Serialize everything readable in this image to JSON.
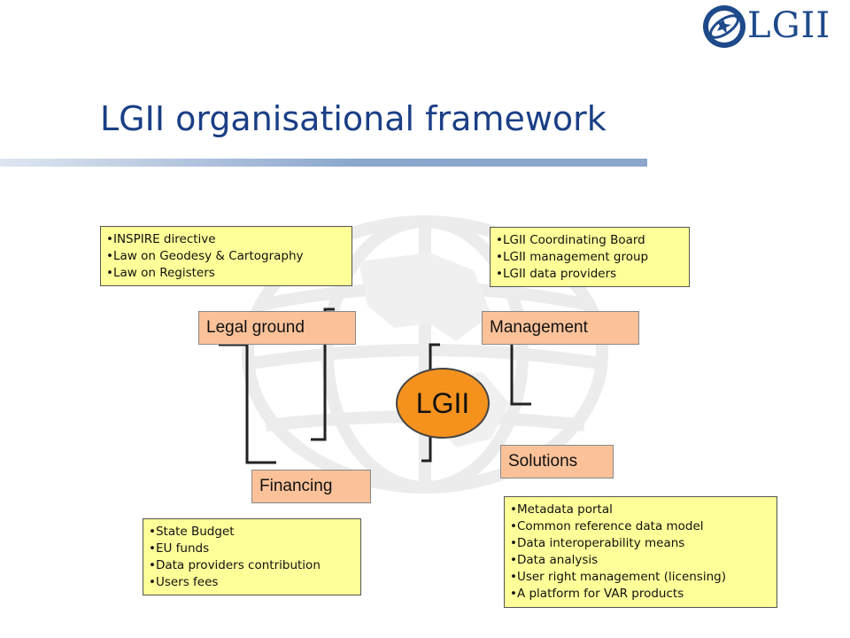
{
  "logo": {
    "text": "LGII"
  },
  "title": "LGII organisational framework",
  "center": {
    "label": "LGII"
  },
  "nodes": {
    "legal_ground": "Legal ground",
    "management": "Management",
    "financing": "Financing",
    "solutions": "Solutions"
  },
  "lists": {
    "legal_ground": [
      "•INSPIRE directive",
      "•Law on Geodesy & Cartography",
      "•Law on Registers"
    ],
    "management": [
      "•LGII Coordinating Board",
      "•LGII management group",
      "•LGII data providers"
    ],
    "financing": [
      "•State Budget",
      "•EU funds",
      "•Data providers contribution",
      "•Users fees"
    ],
    "solutions": [
      "•Metadata portal",
      "•Common reference data model",
      "•Data interoperability means",
      "•Data analysis",
      "•User right management (licensing)",
      "•A platform for VAR products"
    ]
  },
  "colors": {
    "title": "#1b3f86",
    "note_fill": "#ffff99",
    "node_fill": "#fbc29a",
    "center_fill": "#f5921e"
  }
}
